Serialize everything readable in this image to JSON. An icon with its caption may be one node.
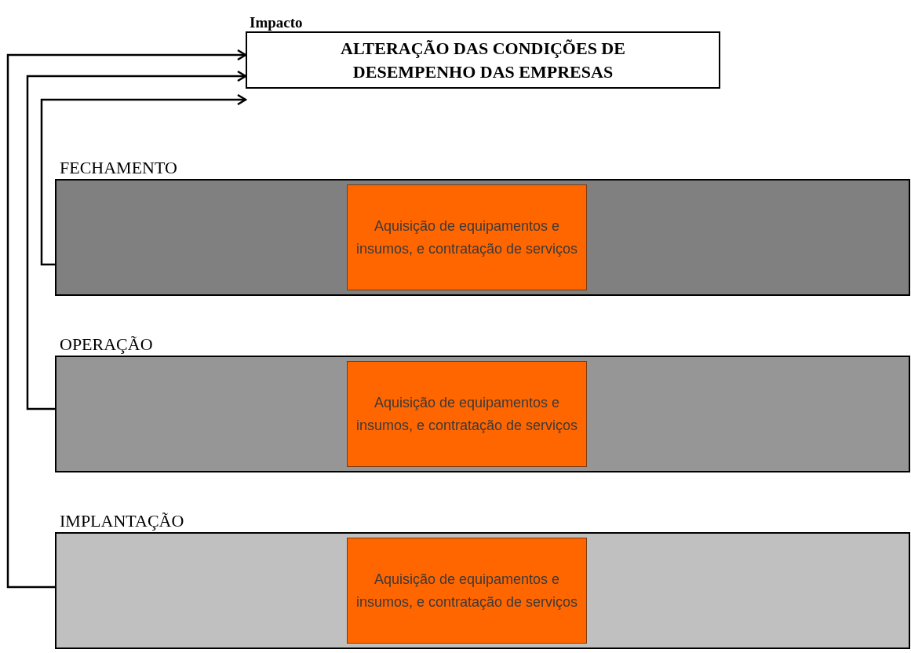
{
  "diagram": {
    "nodes": [
      {
        "text": [
          "Impacto",
          "ALTERAÇÃO DAS CONDIÇÕES DE DESEMPENHO DAS EMPRESAS"
        ]
      },
      {
        "text": [
          "FECHAMENTO"
        ]
      },
      {
        "text": [
          "Aquisição de equipamentos e insumos, e contratação de serviços"
        ],
        "in": 1
      },
      {
        "text": [
          "OPERAÇÃO"
        ]
      },
      {
        "text": [
          "Aquisição de equipamentos e insumos, e contratação de serviços"
        ],
        "in": 3
      },
      {
        "text": [
          "IMPLANTAÇÃO"
        ]
      },
      {
        "text": [
          "Aquisição de equipamentos e insumos, e contratação de serviços"
        ],
        "in": 5
      }
    ],
    "edges": [
      {
        "from": 1,
        "to": 0,
        "arrow": "to"
      },
      {
        "from": 3,
        "to": 0,
        "arrow": "to"
      },
      {
        "from": 5,
        "to": 0,
        "arrow": "to"
      }
    ]
  }
}
